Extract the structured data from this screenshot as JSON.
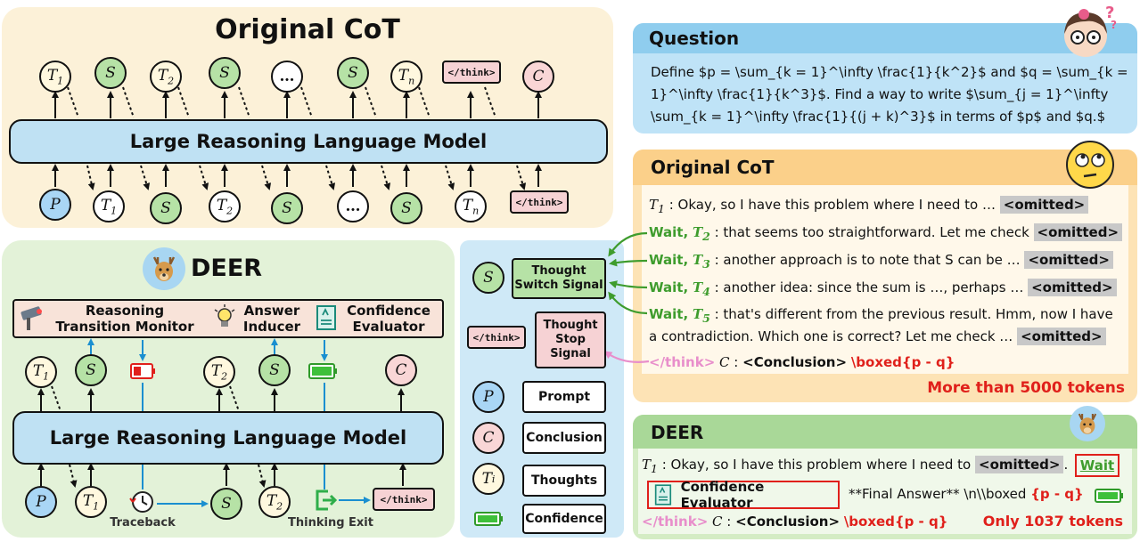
{
  "original_cot": {
    "title": "Original CoT",
    "top_tokens": [
      "T1",
      "S",
      "T2",
      "S",
      "…",
      "S",
      "Tn",
      "</think>",
      "C"
    ],
    "bottom_tokens": [
      "P",
      "T1",
      "S",
      "T2",
      "S",
      "…",
      "S",
      "Tn",
      "</think>"
    ],
    "model_label": "Large Reasoning Language Model"
  },
  "deer": {
    "title": "DEER",
    "modules": {
      "monitor": "Reasoning Transition Monitor",
      "inducer": "Answer Inducer",
      "evaluator": "Confidence Evaluator"
    },
    "model_label": "Large Reasoning Language Model",
    "traceback_label": "Traceback",
    "exit_label": "Thinking Exit"
  },
  "legend": {
    "switch_signal": "Thought Switch Signal",
    "stop_signal": "Thought Stop Signal",
    "prompt": "Prompt",
    "conclusion": "Conclusion",
    "thoughts": "Thoughts",
    "confidence": "Confidence",
    "think_tag": "</think>"
  },
  "question": {
    "title": "Question",
    "line1": "Define $p = \\sum_{k = 1}^\\infty \\frac{1}{k^2}$ and $q = \\sum_{k =",
    "line2": "1}^\\infty \\frac{1}{k^3}$. Find a way to write $\\sum_{j = 1}^\\infty",
    "line3": "\\sum_{k = 1}^\\infty \\frac{1}{(j + k)^3}$ in terms of $p$ and $q.$"
  },
  "cot_example": {
    "title": "Original CoT",
    "omitted": "<omitted>",
    "wait": "Wait,",
    "t1": " : Okay, so I have this problem where I need to … ",
    "t2": " : that seems too straightforward. Let me check ",
    "t3": " : another approach is to note that S can be … ",
    "t4": " : another idea: since the sum is …, perhaps … ",
    "t5a": " : that's different from the previous result. Hmm, now I have",
    "t5b": "a contradiction. Which one is correct? Let me check … ",
    "think": "</think>",
    "conclusion": "<Conclusion>",
    "boxed": "\\boxed{p - q}",
    "tokens": "More than 5000 tokens"
  },
  "deer_example": {
    "title": "DEER",
    "t1": " : Okay, so I have this problem where I need to ",
    "omitted": "<omitted>",
    "wait": "Wait",
    "evaluator": "Confidence Evaluator",
    "final": "**Final Answer** \\n\\\\boxed ",
    "final_red": "{p - q}",
    "think": "</think>",
    "conclusion": "<Conclusion>",
    "boxed": "\\boxed{p - q}",
    "tokens": "Only 1037 tokens"
  }
}
